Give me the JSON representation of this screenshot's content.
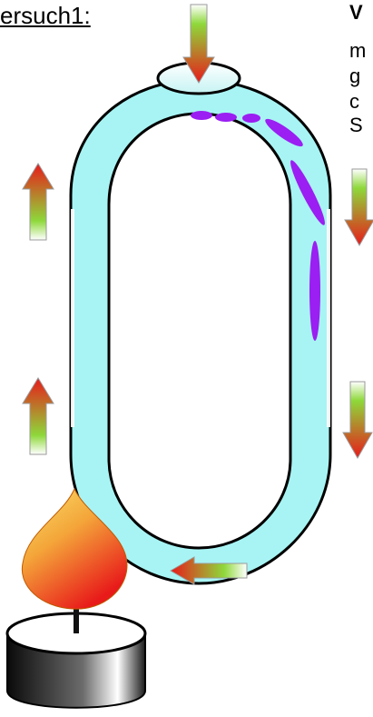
{
  "heading": "ersuch1:",
  "side_text": {
    "title": "V",
    "lines": [
      "m",
      "g",
      "c",
      "S"
    ]
  },
  "colors": {
    "water": "#a8f4f4",
    "outline": "#000000",
    "bubbles": "#9b1ef2",
    "arrow_red": "#e81a1a",
    "arrow_green": "#8ed83a",
    "flame_outer": "#f6c24a",
    "flame_inner": "#e81a1a",
    "candle_dark": "#1a1a1a"
  },
  "arrows": [
    {
      "name": "arrow-top-down",
      "direction": "down"
    },
    {
      "name": "arrow-right-upper-down",
      "direction": "down"
    },
    {
      "name": "arrow-right-lower-down",
      "direction": "down"
    },
    {
      "name": "arrow-left-upper-up",
      "direction": "up"
    },
    {
      "name": "arrow-left-lower-up",
      "direction": "up"
    },
    {
      "name": "arrow-bottom-left",
      "direction": "left"
    }
  ]
}
